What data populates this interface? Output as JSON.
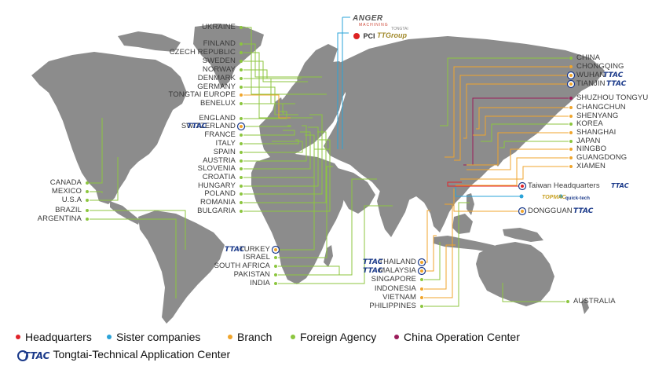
{
  "colors": {
    "map": "#8c8c8c",
    "headquarters": "#e0232a",
    "sister": "#2aa3d8",
    "branch": "#f0a52c",
    "agency": "#8cc63f",
    "operation": "#9b1b5a",
    "ttac": "#1b3a8a"
  },
  "logos": {
    "anger": "ANGER",
    "anger_sub": "MACHINING",
    "pci": "PCI",
    "tt_group": "TTGroup",
    "tt_group_sub": "TONGTAI",
    "ttac": "TTAC",
    "topmac": "TOPMAC",
    "qualitech": "quick-tech"
  },
  "labels_left": [
    {
      "id": "ukraine",
      "text": "UKRAINE",
      "type": "agency"
    },
    {
      "id": "finland",
      "text": "FINLAND",
      "type": "agency"
    },
    {
      "id": "czech",
      "text": "CZECH REPUBLIC",
      "type": "agency"
    },
    {
      "id": "sweden",
      "text": "SWEDEN",
      "type": "agency"
    },
    {
      "id": "norway",
      "text": "NORWAY",
      "type": "agency"
    },
    {
      "id": "denmark",
      "text": "DENMARK",
      "type": "agency"
    },
    {
      "id": "germany",
      "text": "GERMANY",
      "type": "agency"
    },
    {
      "id": "tongtai-europe",
      "text": "TONGTAI EUROPE",
      "type": "branch"
    },
    {
      "id": "benelux",
      "text": "BENELUX",
      "type": "agency"
    },
    {
      "id": "england",
      "text": "ENGLAND",
      "type": "agency"
    },
    {
      "id": "switzerland",
      "text": "SWITZERLAND",
      "type": "ttac"
    },
    {
      "id": "france",
      "text": "FRANCE",
      "type": "agency"
    },
    {
      "id": "italy",
      "text": "ITALY",
      "type": "agency"
    },
    {
      "id": "spain",
      "text": "SPAIN",
      "type": "agency"
    },
    {
      "id": "austria",
      "text": "AUSTRIA",
      "type": "agency"
    },
    {
      "id": "slovenia",
      "text": "SLOVENIA",
      "type": "agency"
    },
    {
      "id": "croatia",
      "text": "CROATIA",
      "type": "agency"
    },
    {
      "id": "hungary",
      "text": "HUNGARY",
      "type": "agency"
    },
    {
      "id": "poland",
      "text": "POLAND",
      "type": "agency"
    },
    {
      "id": "romania",
      "text": "ROMANIA",
      "type": "agency"
    },
    {
      "id": "bulgaria",
      "text": "BULGARIA",
      "type": "agency"
    },
    {
      "id": "canada",
      "text": "CANADA",
      "type": "agency"
    },
    {
      "id": "mexico",
      "text": "MEXICO",
      "type": "agency"
    },
    {
      "id": "usa",
      "text": "U.S.A",
      "type": "agency"
    },
    {
      "id": "brazil",
      "text": "BRAZIL",
      "type": "agency"
    },
    {
      "id": "argentina",
      "text": "ARGENTINA",
      "type": "agency"
    },
    {
      "id": "turkey",
      "text": "TURKEY",
      "type": "ttac"
    },
    {
      "id": "israel",
      "text": "ISRAEL",
      "type": "agency"
    },
    {
      "id": "south-africa",
      "text": "SOUTH AFRICA",
      "type": "agency"
    },
    {
      "id": "pakistan",
      "text": "PAKISTAN",
      "type": "agency"
    },
    {
      "id": "india",
      "text": "INDIA",
      "type": "agency"
    },
    {
      "id": "thailand",
      "text": "THAILAND",
      "type": "ttac"
    },
    {
      "id": "malaysia",
      "text": "MALAYSIA",
      "type": "ttac"
    },
    {
      "id": "singapore",
      "text": "SINGAPORE",
      "type": "agency"
    },
    {
      "id": "indonesia",
      "text": "INDONESIA",
      "type": "branch"
    },
    {
      "id": "vietnam",
      "text": "VIETNAM",
      "type": "branch"
    },
    {
      "id": "philippines",
      "text": "PHILIPPINES",
      "type": "agency"
    }
  ],
  "labels_right": [
    {
      "id": "china",
      "text": "CHINA",
      "type": "agency"
    },
    {
      "id": "chongqing",
      "text": "CHONGQING",
      "type": "branch"
    },
    {
      "id": "wuhan",
      "text": "WUHAN",
      "type": "ttac"
    },
    {
      "id": "tianjin",
      "text": "TIANJIN",
      "type": "ttac"
    },
    {
      "id": "suzhou",
      "text": "SHUZHOU TONGYU",
      "type": "operation"
    },
    {
      "id": "changchun",
      "text": "CHANGCHUN",
      "type": "branch"
    },
    {
      "id": "shenyang",
      "text": "SHENYANG",
      "type": "branch"
    },
    {
      "id": "korea",
      "text": "KOREA",
      "type": "agency"
    },
    {
      "id": "shanghai",
      "text": "SHANGHAI",
      "type": "branch"
    },
    {
      "id": "japan",
      "text": "JAPAN",
      "type": "agency"
    },
    {
      "id": "ningbo",
      "text": "NINGBO",
      "type": "branch"
    },
    {
      "id": "guangdong",
      "text": "GUANGDONG",
      "type": "branch"
    },
    {
      "id": "xiamen",
      "text": "XIAMEN",
      "type": "branch"
    },
    {
      "id": "taiwan-hq",
      "text": "Taiwan Headquarters",
      "type": "hq"
    },
    {
      "id": "dongguan",
      "text": "DONGGUAN",
      "type": "ttac"
    },
    {
      "id": "australia",
      "text": "AUSTRALIA",
      "type": "agency"
    }
  ],
  "legend": {
    "headquarters": "Headquarters",
    "sister": "Sister companies",
    "branch": "Branch",
    "agency": "Foreign Agency",
    "operation": "China Operation Center",
    "ttac": "Tongtai-Technical Application Center"
  }
}
